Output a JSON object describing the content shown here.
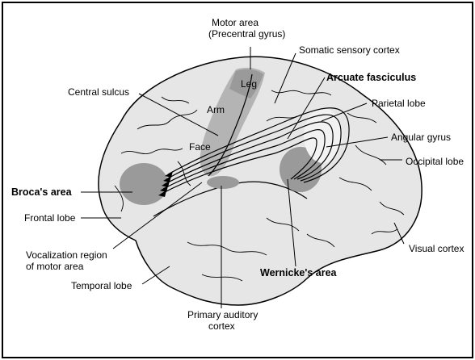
{
  "labels": {
    "motor_area_1": "Motor area",
    "motor_area_2": "(Precentral gyrus)",
    "somatic": "Somatic sensory cortex",
    "arcuate": "Arcuate fasciculus",
    "central_sulcus": "Central sulcus",
    "leg": "Leg",
    "arm": "Arm",
    "face": "Face",
    "parietal": "Parietal lobe",
    "angular": "Angular gyrus",
    "occipital": "Occipital lobe",
    "broca": "Broca's area",
    "frontal": "Frontal lobe",
    "vocal_1": "Vocalization region",
    "vocal_2": "of motor area",
    "visual": "Visual cortex",
    "wernicke": "Wernicke's area",
    "temporal": "Temporal lobe",
    "auditory_1": "Primary auditory",
    "auditory_2": "cortex"
  },
  "colors": {
    "brain_fill": "#e6e6e6",
    "region_fill": "#9a9a9a",
    "motor_fill": "#b4b4b4",
    "angular_fill": "#f2f2f2",
    "outline": "#000000"
  }
}
